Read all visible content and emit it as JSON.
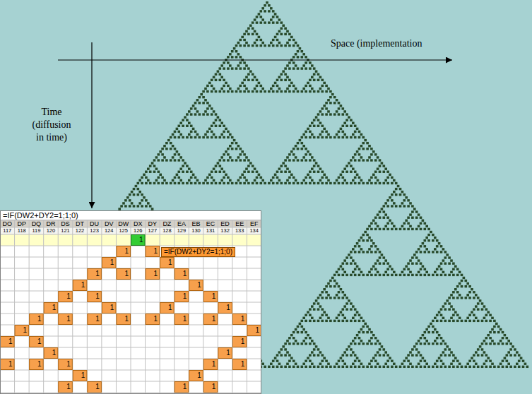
{
  "diagram": {
    "labels": [
      "Space (implementation",
      "Time (diffusion in time)",
      "=IF(DW2+DY2=1;1;0)",
      "DO",
      "DP",
      "DQ",
      "DR",
      "DS",
      "DT",
      "DU",
      "DV",
      "DW",
      "DX",
      "DY",
      "DZ",
      "EA",
      "EB",
      "EC",
      "ED",
      "EE",
      "EF",
      "117",
      "118",
      "119",
      "120",
      "121",
      "122",
      "123",
      "124",
      "125",
      "126",
      "127",
      "128",
      "129",
      "130",
      "131",
      "132",
      "133",
      "134",
      "1",
      "1",
      "1",
      "1",
      "1",
      "1",
      "1",
      "1",
      "1",
      "1",
      "1",
      "1",
      "1",
      "1",
      "1",
      "1",
      "1",
      "1",
      "1",
      "1",
      "1",
      "1",
      "1",
      "1",
      "1",
      "1",
      "1",
      "1",
      "1",
      "1",
      "1",
      "1",
      "1",
      "1",
      "1",
      "1",
      "1",
      "1",
      "1",
      "1",
      "1",
      "1",
      "1",
      "1",
      "1",
      "=IF(DW2+DY2=1;1;0)"
    ]
  }
}
